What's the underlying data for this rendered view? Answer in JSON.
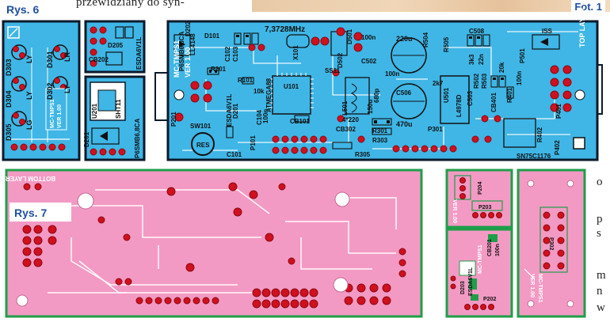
{
  "article": {
    "top_text": "przewidziany  do  syn-",
    "side_fragments": [
      "o",
      "p",
      "s",
      "m",
      "n",
      "w"
    ]
  },
  "captions": {
    "rys6": "Rys. 6",
    "rys7": "Rys. 7",
    "fot1": "Fot. 1"
  },
  "colors": {
    "top_layer": "#3fb6e6",
    "bottom_layer": "#f39ac4",
    "pad": "#d0101e",
    "outline": "#0b1a2a",
    "legend": "#111111",
    "green_outline": "#1f9e4a"
  },
  "pcb_left": {
    "labels": [
      "LR",
      "LY",
      "LY",
      "LG",
      "LY",
      "D301",
      "D302",
      "D303",
      "D304",
      "D305",
      "MC-TMPS1",
      "VER 1.00"
    ]
  },
  "pcb_mid_top": {
    "labels": [
      "D205",
      "CB202",
      "ESDA6V1L"
    ]
  },
  "pcb_mid_bottom": {
    "labels": [
      "U201",
      "SHT11",
      "P6SMB6,8CA",
      "D201"
    ]
  },
  "pcb_main": {
    "labels": {
      "freq": "7,3728MHz",
      "x101": "X101",
      "d202": "D202",
      "p6smb": "P6SMB6,8CA",
      "d101": "D101",
      "ll4148": "LL4148",
      "c102": "C102",
      "c103": "C103",
      "d501": "D501",
      "ss11": "SS11",
      "d502": "D502",
      "c501": "100n",
      "c502": "C502",
      "cap220": "220u",
      "r504": "R504",
      "r505": "R505",
      "c508": "C508",
      "p501": "P501",
      "c509": "22n",
      "k3": "3k3",
      "iss": "ISS",
      "toplayer": "TOP LAYER",
      "mc": "MC-TMPS1",
      "ver": "VER 1.00",
      "r201": "R201",
      "r101": "R101",
      "k10": "10k",
      "u101": "U101",
      "atmega": "ATMEGA88",
      "cb101": "CB101",
      "c101": "C101",
      "esda": "ESDA6V1L",
      "d201": "D201",
      "c104": "C104",
      "sw101": "SW101",
      "res": "RES",
      "p201": "P201",
      "l501": "L501",
      "u150": "150u",
      "c506": "C506",
      "u470": "470u",
      "u501": "U501",
      "l4978": "L4978D",
      "c503": "C503",
      "r502": "R502",
      "r503": "R503",
      "k20": "20k",
      "r401": "R401",
      "cb401": "CB401",
      "r402": "R402",
      "p401": "P401",
      "p402": "P402",
      "sn": "SN75C1176",
      "r301": "R301",
      "r303": "R303",
      "r305": "R305",
      "p301": "P301",
      "cb302": "CB302",
      "r4220": "4*220",
      "cb100": "100n",
      "c3n": "100n",
      "k27": "2k7",
      "p101": "P101",
      "n100": "100n",
      "n680": "680p"
    }
  },
  "pcb_bottom": {
    "label": "BOTTOM LAYER"
  },
  "pcb_small1": {
    "labels": [
      "P204",
      "P203",
      "VER 1.00",
      "CB201",
      "100n",
      "MC-TMPS1",
      "D203",
      "ESDA6V1L",
      "P202"
    ]
  },
  "pcb_small2": {
    "labels": [
      "P302",
      "MC-TMPS1",
      "VER 1.00"
    ]
  }
}
